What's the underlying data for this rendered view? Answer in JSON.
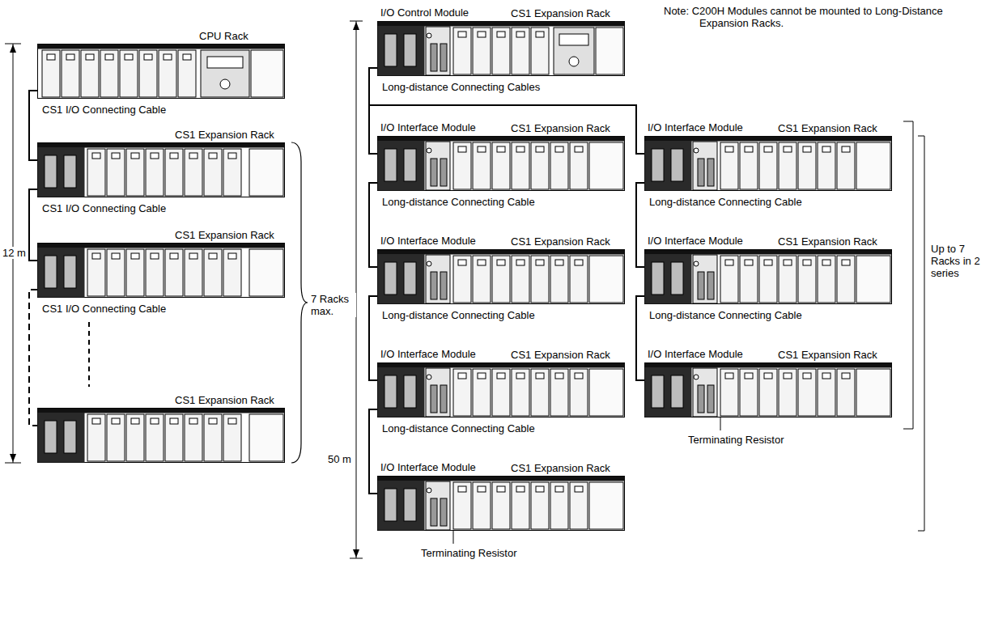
{
  "diagram": {
    "nodes": [
      {
        "text": [
          "CPU Rack"
        ]
      },
      {
        "text": [
          "CS1 Expansion Rack"
        ]
      },
      {
        "text": [
          "CS1 Expansion Rack"
        ]
      },
      {
        "text": [
          "CS1 Expansion Rack"
        ]
      },
      {
        "text": [
          "CS1 Expansion Rack"
        ]
      },
      {
        "text": [
          "CS1 Expansion Rack"
        ]
      },
      {
        "text": [
          "CS1 Expansion Rack"
        ]
      },
      {
        "text": [
          "CS1 Expansion Rack"
        ]
      },
      {
        "text": [
          "CS1 Expansion Rack"
        ]
      },
      {
        "text": [
          "CS1 Expansion Rack"
        ]
      },
      {
        "text": [
          "CS1 Expansion Rack"
        ]
      },
      {
        "text": [
          "CS1 Expansion Rack"
        ]
      }
    ],
    "edges": [
      {
        "from": 0,
        "to": 1,
        "arrow": "none",
        "label": "CS1 I/O Connecting Cable"
      },
      {
        "from": 1,
        "to": 2,
        "arrow": "none",
        "label": "CS1 I/O Connecting Cable"
      },
      {
        "from": 2,
        "to": 3,
        "arrow": "none",
        "label": "CS1 I/O Connecting Cable"
      },
      {
        "from": 4,
        "to": 5,
        "arrow": "none",
        "label": "Long-distance Connecting Cables"
      },
      {
        "from": 4,
        "to": 9,
        "arrow": "none"
      },
      {
        "from": 5,
        "to": 6,
        "arrow": "none",
        "label": "Long-distance Connecting Cable"
      },
      {
        "from": 6,
        "to": 7,
        "arrow": "none",
        "label": "Long-distance Connecting Cable"
      },
      {
        "from": 7,
        "to": 8,
        "arrow": "none",
        "label": "Long-distance Connecting Cable"
      },
      {
        "from": 9,
        "to": 10,
        "arrow": "none",
        "label": "Long-distance Connecting Cable"
      },
      {
        "from": 10,
        "to": 11,
        "arrow": "none",
        "label": "Long-distance Connecting Cable"
      }
    ],
    "labels": [
      "12 m",
      "7 Racks max.",
      "I/O Control Module",
      "Note: C200H Modules cannot be mounted to Long-Distance Expansion Racks.",
      "50 m",
      "I/O Interface Module",
      "I/O Interface Module",
      "I/O Interface Module",
      "I/O Interface Module",
      "I/O Interface Module",
      "I/O Interface Module",
      "I/O Interface Module",
      "Up to 7 Racks in 2 series",
      "Terminating Resistor",
      "Terminating Resistor"
    ]
  }
}
